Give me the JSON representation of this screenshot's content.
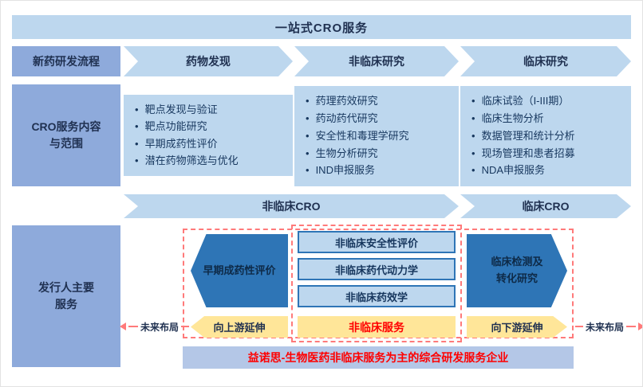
{
  "colors": {
    "light_blue": "#BDD7EE",
    "medium_blue": "#8EAADB",
    "dark_blue": "#2E75B6",
    "yellow": "#FFE699",
    "banner_blue": "#B4C7E7",
    "red": "#FF0000",
    "dashed_red": "#FF7A7A",
    "navy_text": "#17375E"
  },
  "top_banner": {
    "text": "一站式CRO服务"
  },
  "process": {
    "label": "新药研发流程",
    "stages": [
      "药物发现",
      "非临床研究",
      "临床研究"
    ]
  },
  "content": {
    "label": "CRO服务内容\n与范围",
    "columns": [
      {
        "items": [
          "靶点发现与验证",
          "靶点功能研究",
          "早期成药性评价",
          "潜在药物筛选与优化"
        ]
      },
      {
        "items": [
          "药理药效研究",
          "药动药代研究",
          "安全性和毒理学研究",
          "生物分析研究",
          "IND申报服务"
        ]
      },
      {
        "items": [
          "临床试验（I-III期）",
          "临床生物分析",
          "数据管理和统计分析",
          "现场管理和患者招募",
          "NDA申报服务"
        ]
      }
    ]
  },
  "cro": {
    "nonclinical": "非临床CRO",
    "clinical": "临床CRO"
  },
  "services": {
    "label": "发行人主要\n服务",
    "left_hex": "早期成药性评价",
    "middle": [
      "非临床安全性评价",
      "非临床药代动力学",
      "非临床药效学"
    ],
    "right_hex": "临床检测及\n转化研究",
    "upstream": "向上游延伸",
    "core": "非临床服务",
    "downstream": "向下游延伸",
    "future_left": "未来布局",
    "future_right": "未来布局",
    "banner": "益诺思-生物医药非临床服务为主的综合研发服务企业"
  }
}
